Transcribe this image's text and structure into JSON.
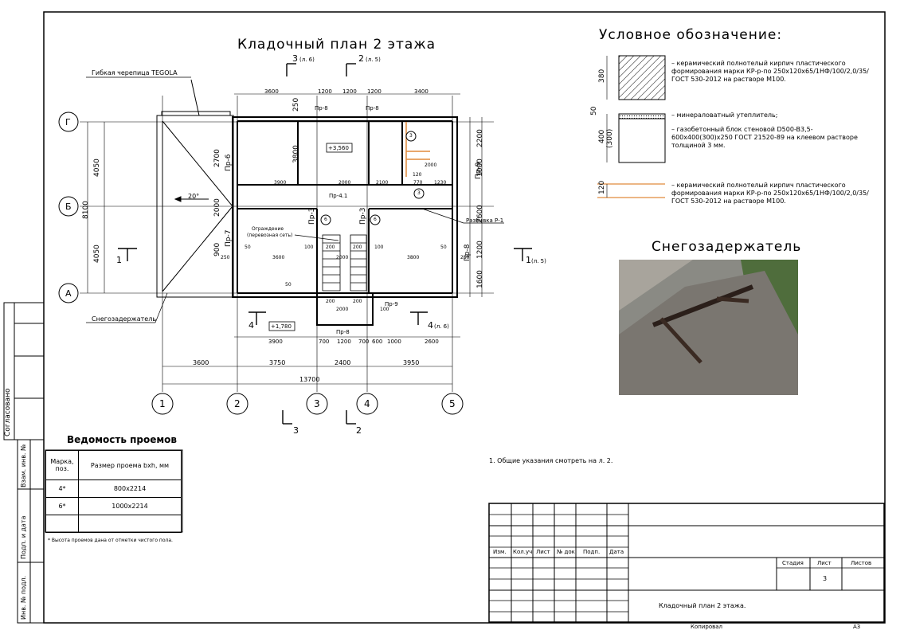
{
  "titles": {
    "plan": "Кладочный план 2 этажа",
    "legend": "Условное обозначение:",
    "snowguard": "Снегозадержатель",
    "openings": "Ведомость проемов"
  },
  "plan": {
    "axes_letters": [
      "Г",
      "Б",
      "А"
    ],
    "axes_numbers": [
      "1",
      "2",
      "3",
      "4",
      "5"
    ],
    "callout_roof": "Гибкая черепица TEGOLA",
    "callout_snow": "Снегозадержатель",
    "callout_razv": "Разбивка Р-1",
    "fence_line1": "Ограждение",
    "fence_line2": "(перевозная сеть)",
    "slope": "20°",
    "level_top": "+3,560",
    "level_stair": "+1,780",
    "section_3_top": "3",
    "section_3_top_ref": "(л. 6)",
    "section_2_top": "2",
    "section_2_top_ref": "(л. 5)",
    "section_3_bot": "3",
    "section_2_bot": "2",
    "section_1_left": "1",
    "section_1_right": "1",
    "section_1_right_ref": "(л. 5)",
    "section_4_left": "4",
    "section_4_right": "4",
    "section_4_right_ref": "(л. 6)",
    "lintels": {
      "pr8_top1": "Пр-8",
      "pr8_top2": "Пр-8",
      "pr6": "Пр-6",
      "pr7": "Пр-7",
      "pr41": "Пр-4.1",
      "pr3a": "Пр-3",
      "pr3b": "Пр-3",
      "pr9_right": "Пр-9",
      "pr8_right": "Пр-8",
      "pr9_bot": "Пр-9",
      "pr8_bot": "Пр-8"
    },
    "markers": [
      "3",
      "3",
      "6",
      "6"
    ],
    "dims_top": [
      "3600",
      "1200",
      "1200",
      "1200",
      "3400"
    ],
    "dims_bottom_inner": [
      "3900",
      "700",
      "1200",
      "700",
      "600",
      "1000",
      "2600"
    ],
    "dims_bottom_axes": [
      "3600",
      "3750",
      "2400",
      "3950"
    ],
    "dim_total": "13700",
    "dims_left": [
      "4050",
      "4050"
    ],
    "dim_left_total": "8100",
    "dims_right": [
      "2200",
      "1000",
      "2600",
      "1200",
      "1600"
    ],
    "dims_inner": {
      "d3900a": "3900",
      "d2000a": "2000",
      "d2100": "2100",
      "d770": "770",
      "d1230": "1230",
      "d2000b": "2000",
      "d120": "120",
      "d3600": "3600",
      "d3800": "3800",
      "d2000c": "2000",
      "d3800v": "3800",
      "d2700": "2700",
      "d2000v": "2000",
      "d900v": "900",
      "d200": "200",
      "d100a": "100",
      "d100b": "100",
      "d200b": "200",
      "d2000stair": "2000",
      "d200c": "200",
      "d200d": "200",
      "d50a": "50",
      "d50b": "50",
      "d50c": "50",
      "d250a": "250",
      "d250b": "250",
      "d250c": "250",
      "d100c": "100"
    }
  },
  "legend": {
    "dim_380": "380",
    "dim_50": "50",
    "dim_400": "400",
    "dim_300": "(300)",
    "dim_120": "120",
    "item1": "– керамический полнотелый кирпич пластического формирования марки КР-р-по 250x120x65/1НФ/100/2,0/35/ГОСТ 530-2012 на растворе М100.",
    "item2": "– минераловатный утеплитель;",
    "item3": "– газобетонный блок стеновой D500-B3,5-600x400(300)x250 ГОСТ 21520-89 на клеевом растворе толщиной 3 мм.",
    "item4": "– керамический полнотелый кирпич пластического формирования марки КР-р-по 250x120x65/1НФ/100/2,0/35/ГОСТ 530-2012 на растворе М100."
  },
  "openings": {
    "headers": [
      "Марка, поз.",
      "Размер проема bxh, мм"
    ],
    "rows": [
      {
        "mark": "4*",
        "size": "800x2214"
      },
      {
        "mark": "6*",
        "size": "1000x2214"
      },
      {
        "mark": "",
        "size": ""
      }
    ],
    "note": "* Высота проемов дана от отметки чистого пола."
  },
  "general_note": "1. Общие указания смотреть на л. 2.",
  "side_stamp": {
    "agreed": "Согласовано",
    "inv_ref": "Взам. инв. №",
    "sign_date": "Подп. и дата",
    "inv_orig": "Инв. № подл."
  },
  "title_block": {
    "cols": [
      "Изм.",
      "Кол.уч",
      "Лист",
      "№ док.",
      "Подп.",
      "Дата"
    ],
    "stage_label": "Стадия",
    "sheet_label": "Лист",
    "sheets_label": "Листов",
    "sheet_number": "3",
    "drawing_name": "Кладочный план 2 этажа.",
    "copied": "Копировал",
    "format": "A3"
  }
}
